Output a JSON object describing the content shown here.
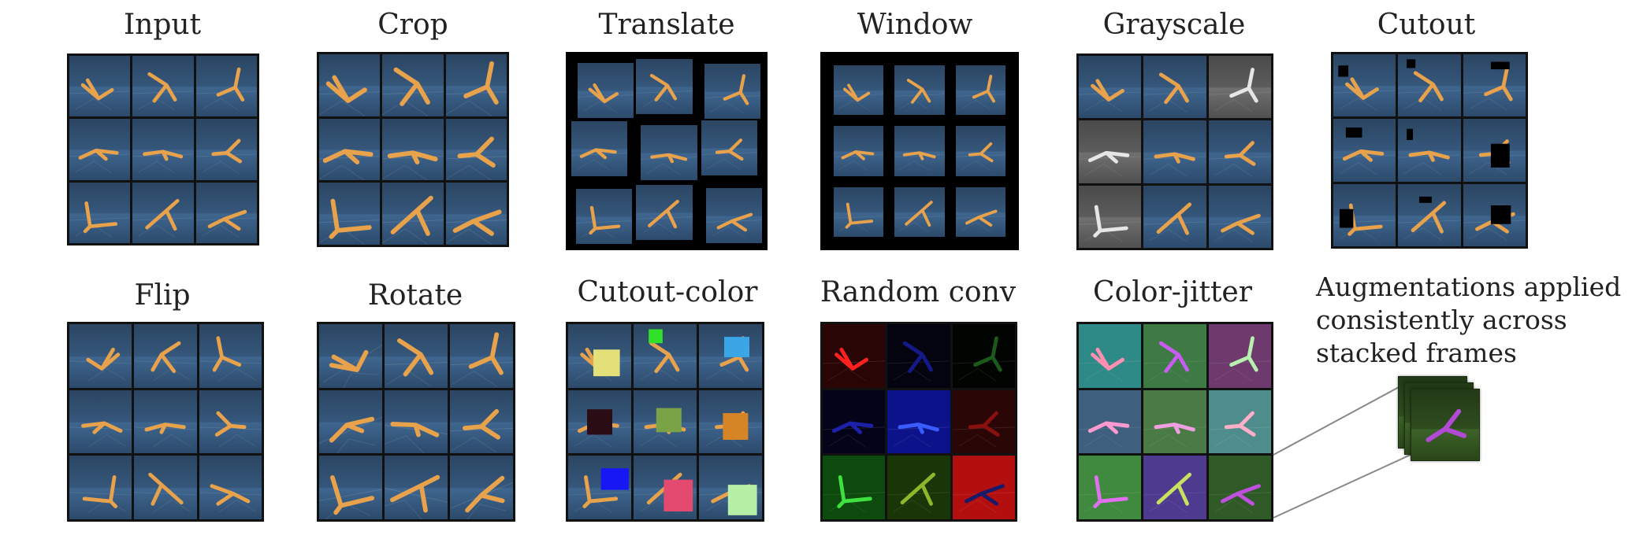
{
  "panels": [
    {
      "title": "Input"
    },
    {
      "title": "Crop"
    },
    {
      "title": "Translate"
    },
    {
      "title": "Window"
    },
    {
      "title": "Grayscale"
    },
    {
      "title": "Cutout"
    },
    {
      "title": "Flip"
    },
    {
      "title": "Rotate"
    },
    {
      "title": "Cutout-color"
    },
    {
      "title": "Random conv"
    },
    {
      "title": "Color-jitter"
    }
  ],
  "annotation": {
    "lines": [
      "Augmentations applied",
      "consistently across",
      "stacked frames"
    ]
  },
  "colors": {
    "walker": "#e8a24c",
    "background_blue": "#35577b",
    "cutout_color_patches": [
      "#e3e07a",
      "#32e02a",
      "#3aa6e6",
      "#2a0d14",
      "#7aa348",
      "#d68526",
      "#1717f5",
      "#e24a70",
      "#b6f0a6"
    ],
    "random_conv_tints": [
      "#7a0a0a",
      "#080c2a",
      "#050a05",
      "#070b33",
      "#1624c8",
      "#3a0a0a",
      "#1e8a1e",
      "#2d5a12",
      "#c01010"
    ],
    "color_jitter_tints": [
      "#2d8a86",
      "#3e7a43",
      "#6e3a6e",
      "#3e5f7e",
      "#4a7a46",
      "#4f8d8c",
      "#3f8a3e",
      "#4e3a8e",
      "#2f5a28"
    ]
  }
}
